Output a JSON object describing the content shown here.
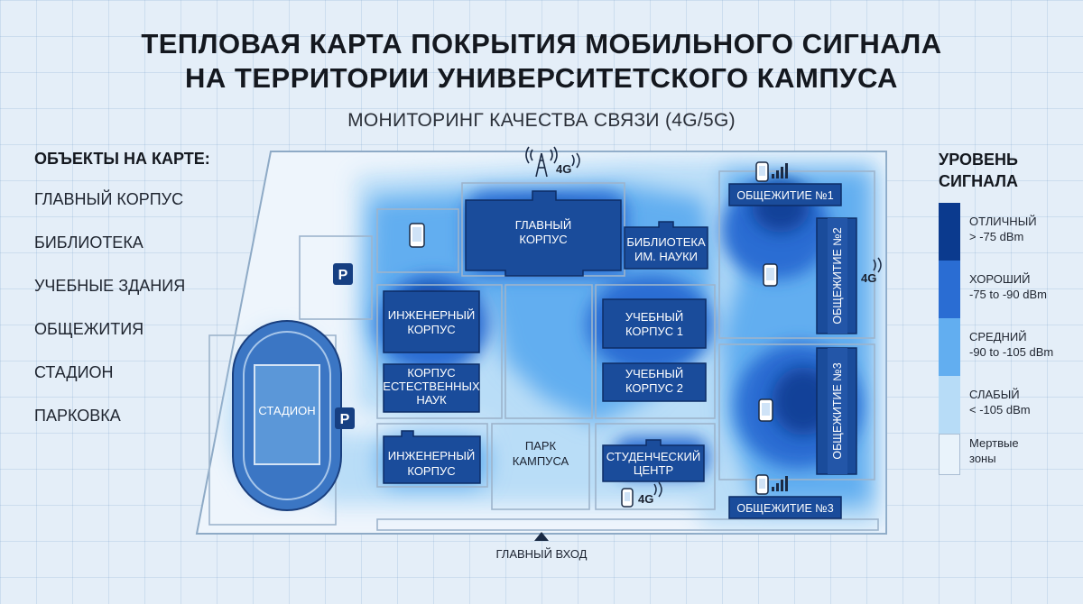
{
  "header": {
    "title_line1": "ТЕПЛОВАЯ КАРТА ПОКРЫТИЯ МОБИЛЬНОГО СИГНАЛА",
    "title_line2": "НА ТЕРРИТОРИИ УНИВЕРСИТЕТСКОГО КАМПУСА",
    "subtitle": "МОНИТОРИНГ КАЧЕСТВА СВЯЗИ (4G/5G)"
  },
  "objects": {
    "title": "ОБЪЕКТЫ НА КАРТЕ:",
    "items": [
      "ГЛАВНЫЙ КОРПУС",
      "БИБЛИОТЕКА",
      "УЧЕБНЫЕ ЗДАНИЯ",
      "ОБЩЕЖИТИЯ",
      "СТАДИОН",
      "ПАРКОВКА"
    ]
  },
  "legend": {
    "title_line1": "УРОВЕНЬ",
    "title_line2": "СИГНАЛА",
    "levels": [
      {
        "label": "ОТЛИЧНЫЙ",
        "range": "> -75 dBm",
        "color": "#0b3a8e"
      },
      {
        "label": "ХОРОШИЙ",
        "range": "-75 to -90 dBm",
        "color": "#2a6dd3"
      },
      {
        "label": "СРЕДНИЙ",
        "range": "-90 to -105 dBm",
        "color": "#62aef0"
      },
      {
        "label": "СЛАБЫЙ",
        "range": "< -105 dBm",
        "color": "#b7dcf7"
      },
      {
        "label_line1": "Мертвые",
        "label_line2": "зоны",
        "color": "#e9f3fb"
      }
    ]
  },
  "map": {
    "buildings": {
      "main_line1": "ГЛАВНЫЙ",
      "main_line2": "КОРПУС",
      "library_line1": "БИБЛИОТЕКА",
      "library_line2": "ИМ. НАУКИ",
      "eng1_line1": "ИНЖЕНЕРНЫЙ",
      "eng1_line2": "КОРПУС",
      "nat_line1": "КОРПУС",
      "nat_line2": "ЕСТЕСТВЕННЫХ",
      "nat_line3": "НАУК",
      "uch1_line1": "УЧЕБНЫЙ",
      "uch1_line2": "КОРПУС 1",
      "uch2_line1": "УЧЕБНЫЙ",
      "uch2_line2": "КОРПУС 2",
      "eng2_line1": "ИНЖЕНЕРНЫЙ",
      "eng2_line2": "КОРПУС",
      "park_line1": "ПАРК",
      "park_line2": "КАМПУСА",
      "student_line1": "СТУДЕНЧЕСКИЙ",
      "student_line2": "ЦЕНТР",
      "dorm1": "ОБЩЕЖИТИЕ №1",
      "dorm2": "ОБЩЕЖИТИЕ №2",
      "dorm3_vertical": "ОБЩЕЖИТИЕ №3",
      "dorm3_horizontal": "ОБЩЕЖИТИЕ №3",
      "stadium": "СТАДИОН",
      "parking": "P"
    },
    "signal_tags": {
      "tower": "4G",
      "right": "4G",
      "student": "4G"
    },
    "entrance": "ГЛАВНЫЙ ВХОД"
  }
}
